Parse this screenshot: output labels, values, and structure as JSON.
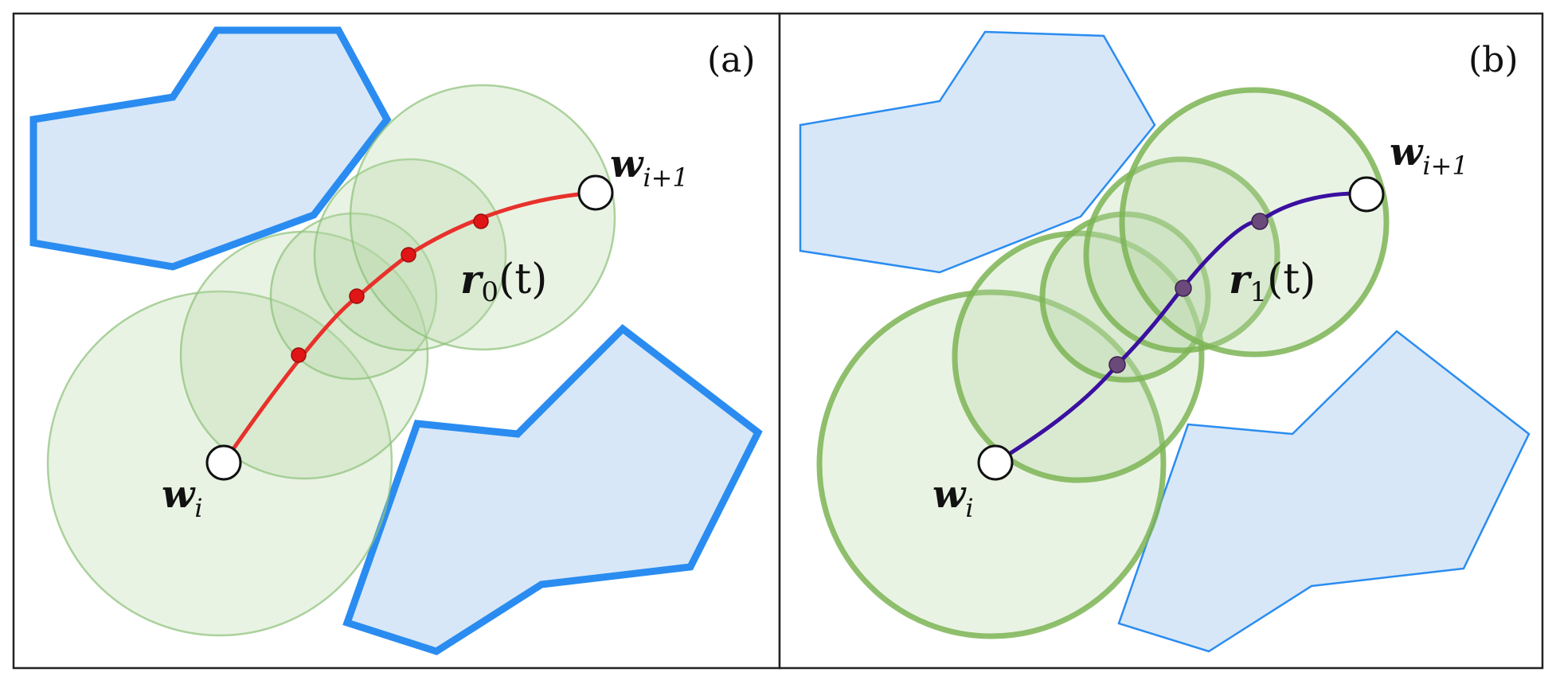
{
  "panels": [
    {
      "label": "(a)",
      "start_waypoint": {
        "base": "w",
        "sub": "i"
      },
      "end_waypoint": {
        "base": "w",
        "sub": "i+1"
      },
      "trajectory_label": {
        "base": "r",
        "sub": "0",
        "arg": "(t)"
      },
      "colors": {
        "trajectory": "#e8312b",
        "sample_point": "#e01515",
        "sphere_fill": "#b5d6a7",
        "sphere_stroke": "#8cc178",
        "obstacle_fill": "#d7e7f8",
        "obstacle_stroke": "#2a8cf0"
      }
    },
    {
      "label": "(b)",
      "start_waypoint": {
        "base": "w",
        "sub": "i"
      },
      "end_waypoint": {
        "base": "w",
        "sub": "i+1"
      },
      "trajectory_label": {
        "base": "r",
        "sub": "1",
        "arg": "(t)"
      },
      "colors": {
        "trajectory": "#3b0fa0",
        "sample_point": "#6a4a7a",
        "sphere_fill": "#b5d6a7",
        "sphere_stroke": "#7cb455",
        "obstacle_fill": "#d7e7f8",
        "obstacle_stroke": "#2a8cf0"
      }
    }
  ]
}
